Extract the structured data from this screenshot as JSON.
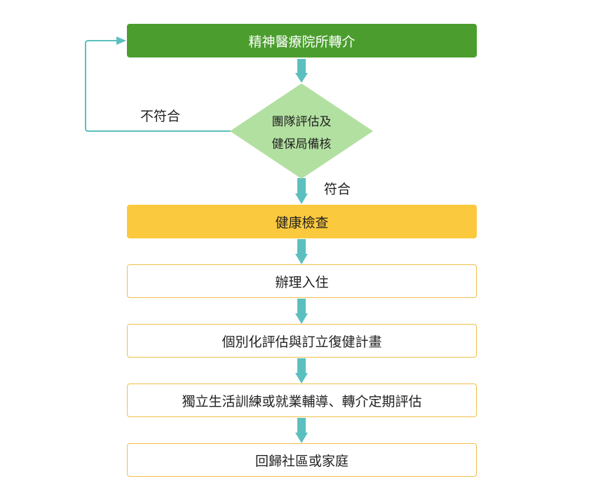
{
  "diagram": {
    "colors": {
      "primary_green": "#4b9e2e",
      "diamond_green": "#b2e0a0",
      "connector_teal": "#5cbfbf",
      "highlight_yellow": "#fbc93d",
      "outline_yellow": "#f0c04a"
    },
    "nodes": {
      "referral": "精神醫療院所轉介",
      "review_line1": "團隊評估及",
      "review_line2": "健保局備核",
      "health_check": "健康檢查",
      "admission": "辦理入住",
      "assessment": "個別化評估與訂立復健計畫",
      "training": "獨立生活訓練或就業輔導、轉介定期評估",
      "return": "回歸社區或家庭"
    },
    "edge_labels": {
      "rejected": "不符合",
      "approved": "符合"
    }
  }
}
